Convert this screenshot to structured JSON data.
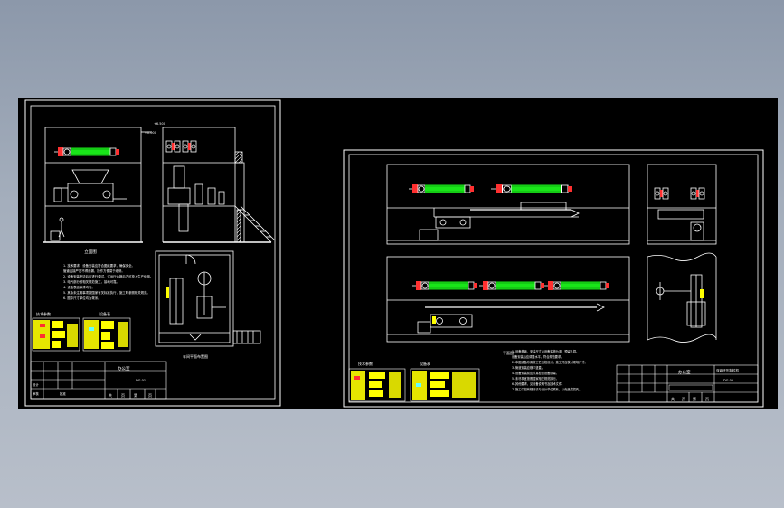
{
  "colors": {
    "background_top": "#8c98aa",
    "background_bottom": "#b8bfca",
    "drawing_area": "#000000",
    "line": "#ffffff",
    "green": "#19e619",
    "yellow": "#ffff00",
    "red": "#ff3030",
    "cyan": "#66ffff"
  },
  "sheet1": {
    "view_label": "立面图",
    "plan_label": "车间平面布置图",
    "notes": [
      "1. 技术要求，设备安装应符合图纸要求，确保安全。",
      "   管道连接严密不得渗漏，操作方便易于维修。",
      "2. 设备安装完毕后应进行调试，试运行合格后方可投入生产使用。",
      "3. 电气部分按相关规范施工，接地可靠。",
      "4. 设备表面涂漆均匀。",
      "5. 其余未注明事项按国家有关标准执行，施工时参照相关规范。",
      "6. 图中尺寸单位均为毫米。"
    ],
    "table_a_title": "技术参数",
    "table_b_title": "设备表",
    "title_block": {
      "company": "办公室",
      "drawing_no": "DG-01",
      "row_labels": [
        "设计",
        "审核",
        "批准"
      ],
      "footer": [
        "共",
        "页",
        "第",
        "页"
      ]
    }
  },
  "sheet2": {
    "view_label": "平面图",
    "notes": [
      "1. 设备基础、安装尺寸以设备实物为准，预留孔洞。",
      "   设备安装后应调整水平，符合规范要求。",
      "2. 本图设备布置按工艺流程设计，施工时应核对现场尺寸。",
      "3. 管道安装应横平竖直。",
      "4. 设备安装前应认真检查设备质量。",
      "5. 未尽事宜按照国家相关规范执行。",
      "6. 其他要求，见设备说明书及技术文件。",
      "7. 施工中如有疑问请与设计单位联系，以免造成损失。"
    ],
    "table_a_title": "技术参数",
    "table_b_title": "设备表",
    "title_block": {
      "project": "双级挤压制粒机",
      "company": "办公室",
      "drawing_no": "DG-02",
      "footer": [
        "共",
        "页",
        "第",
        "页"
      ]
    }
  }
}
